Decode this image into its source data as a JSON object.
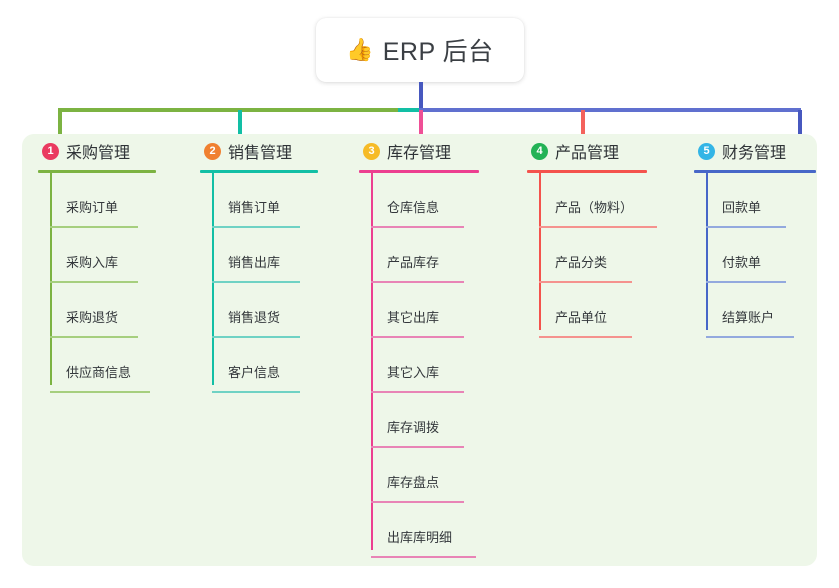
{
  "title": {
    "icon": "thumbs-up-icon",
    "icon_glyph": "👍",
    "text": "ERP 后台"
  },
  "colors": {
    "panel_background": "#eef7e9",
    "page_background": "#ffffff",
    "trunk": "#4758bf",
    "bus_left": "#7cb342",
    "bus_middle": "#12bfa5",
    "bus_right": "#6070cf"
  },
  "connectors": {
    "drops": [
      "#7cb342",
      "#12bfa5",
      "#ef4f96",
      "#f4625c",
      "#4758bf"
    ]
  },
  "columns": [
    {
      "number": "1",
      "title": "采购管理",
      "badge_color": "#ea3a60",
      "accent": "#7cb342",
      "item_line": "#a6cf7e",
      "items": [
        {
          "label": "采购订单",
          "rule_width": 88
        },
        {
          "label": "采购入库",
          "rule_width": 88
        },
        {
          "label": "采购退货",
          "rule_width": 88
        },
        {
          "label": "供应商信息",
          "rule_width": 100
        }
      ]
    },
    {
      "number": "2",
      "title": "销售管理",
      "badge_color": "#f08030",
      "accent": "#12bfa5",
      "item_line": "#6fd2c4",
      "items": [
        {
          "label": "销售订单",
          "rule_width": 88
        },
        {
          "label": "销售出库",
          "rule_width": 88
        },
        {
          "label": "销售退货",
          "rule_width": 88
        },
        {
          "label": "客户信息",
          "rule_width": 88
        }
      ]
    },
    {
      "number": "3",
      "title": "库存管理",
      "badge_color": "#f6bb27",
      "accent": "#ec3f90",
      "item_line": "#e884b6",
      "items": [
        {
          "label": "仓库信息",
          "rule_width": 93
        },
        {
          "label": "产品库存",
          "rule_width": 93
        },
        {
          "label": "其它出库",
          "rule_width": 93
        },
        {
          "label": "其它入库",
          "rule_width": 93
        },
        {
          "label": "库存调拨",
          "rule_width": 93
        },
        {
          "label": "库存盘点",
          "rule_width": 93
        },
        {
          "label": "出库库明细",
          "rule_width": 105
        }
      ]
    },
    {
      "number": "4",
      "title": "产品管理",
      "badge_color": "#23b256",
      "accent": "#f4534d",
      "item_line": "#f5928e",
      "items": [
        {
          "label": "产品（物料）",
          "rule_width": 118
        },
        {
          "label": "产品分类",
          "rule_width": 93
        },
        {
          "label": "产品单位",
          "rule_width": 93
        }
      ]
    },
    {
      "number": "5",
      "title": "财务管理",
      "badge_color": "#33b5e6",
      "accent": "#4767c8",
      "item_line": "#93a9de",
      "items": [
        {
          "label": "回款单",
          "rule_width": 80
        },
        {
          "label": "付款单",
          "rule_width": 80
        },
        {
          "label": "结算账户",
          "rule_width": 88
        }
      ]
    }
  ]
}
